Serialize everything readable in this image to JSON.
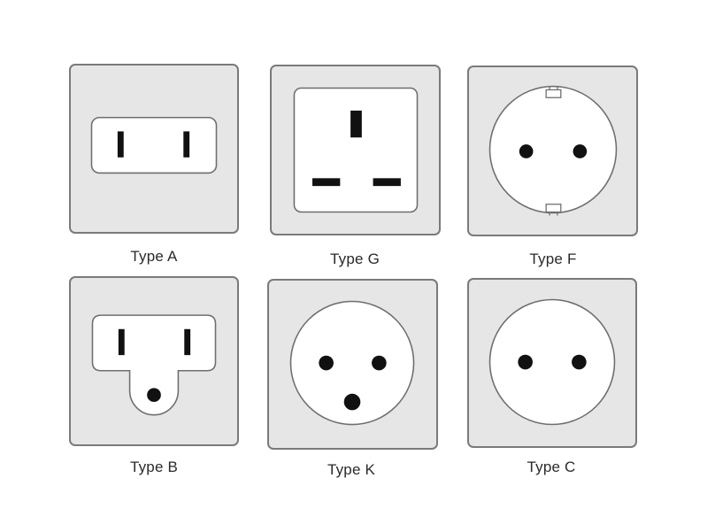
{
  "sockets": [
    {
      "id": "a",
      "label": "Type A"
    },
    {
      "id": "g",
      "label": "Type G"
    },
    {
      "id": "f",
      "label": "Type F"
    },
    {
      "id": "b",
      "label": "Type B"
    },
    {
      "id": "k",
      "label": "Type K"
    },
    {
      "id": "c",
      "label": "Type C"
    }
  ],
  "colors": {
    "panel": "#e6e6e6",
    "panel_border": "#7a7a7a",
    "face": "#ffffff",
    "pin": "#111111"
  }
}
